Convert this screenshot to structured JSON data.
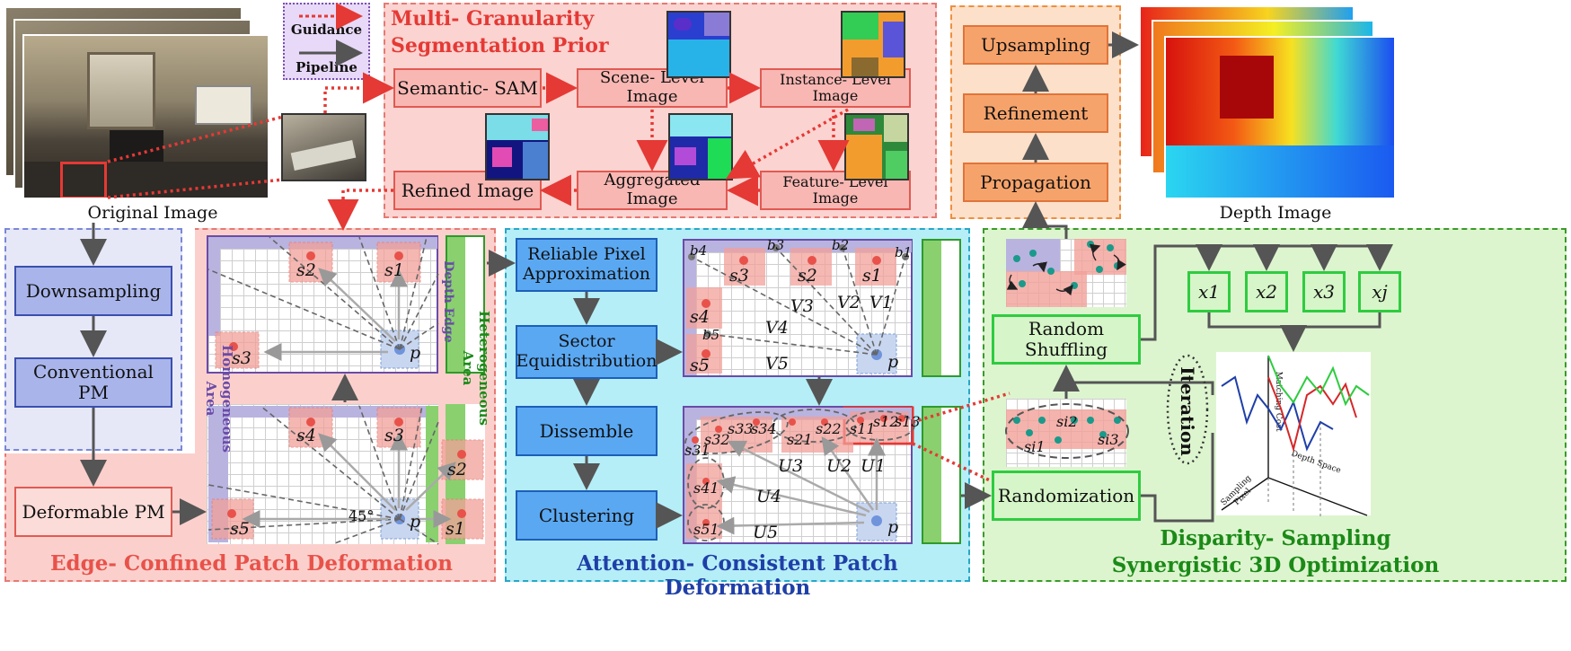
{
  "legend": {
    "guidance": "Guidance",
    "pipeline": "Pipeline"
  },
  "segmentation": {
    "title_line1": "Multi- Granularity",
    "title_line2": "Segmentation Prior",
    "semantic_sam": "Semantic- SAM",
    "scene_level": "Scene- Level Image",
    "instance_level": "Instance- Level Image",
    "refined": "Refined Image",
    "aggregated": "Aggregated Image",
    "feature_level": "Feature- Level Image"
  },
  "original_image_label": "Original Image",
  "depth_image_label": "Depth Image",
  "upsample_stack": {
    "upsampling": "Upsampling",
    "refinement": "Refinement",
    "propagation": "Propagation"
  },
  "conventional": {
    "downsampling": "Downsampling",
    "conventional_pm": "Conventional PM"
  },
  "edge": {
    "deformable_pm": "Deformable PM",
    "title": "Edge- Confined Patch Deformation",
    "homogeneous": "Homogeneous Area",
    "heterogeneous": "Heterogeneous Area",
    "depth_edge": "Depth Edge",
    "angle": "45°",
    "top_samples": [
      "s2",
      "s1",
      "s3"
    ],
    "bottom_samples": [
      "s4",
      "s3",
      "s2",
      "s5",
      "s1"
    ],
    "p": "p"
  },
  "attention": {
    "title": "Attention- Consistent Patch Deformation",
    "reliable": "Reliable Pixel Approximation",
    "sector": "Sector Equidistribution",
    "dissemble": "Dissemble",
    "clustering": "Clustering",
    "top_b": [
      "b4",
      "b3",
      "b2",
      "b1",
      "b5"
    ],
    "top_s": [
      "s3",
      "s2",
      "s1",
      "s4",
      "s5"
    ],
    "top_v": [
      "V3",
      "V2",
      "V1",
      "V4",
      "V5"
    ],
    "bot_s": [
      "s12",
      "s13",
      "s11",
      "s22",
      "s21",
      "s33",
      "s34",
      "s32",
      "s31",
      "s41",
      "s51"
    ],
    "bot_u": [
      "U3",
      "U2",
      "U1",
      "U4",
      "U5"
    ],
    "p": "p"
  },
  "disparity": {
    "title_line1": "Disparity- Sampling",
    "title_line2": "Synergistic 3D Optimization",
    "random_shuffling": "Random Shuffling",
    "randomization": "Randomization",
    "iteration": "Iteration",
    "x_nodes": [
      "x1",
      "x2",
      "x3",
      "xj"
    ],
    "samples": [
      "si2",
      "si3",
      "si1"
    ],
    "axis_matching": "Matching Cost",
    "axis_sampling": "Sampling Pixel",
    "axis_depth": "Depth Space"
  },
  "colors": {
    "red": "#e53935",
    "blue": "#1f3fa8",
    "green": "#1b8a17"
  }
}
